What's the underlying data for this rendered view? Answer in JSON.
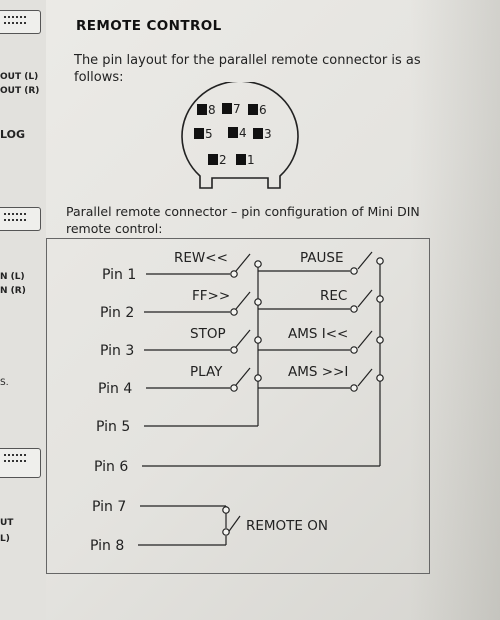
{
  "heading": "REMOTE CONTROL",
  "intro_text": "The pin layout for the parallel remote connector is as follows:",
  "connector_pins": [
    "8",
    "7",
    "6",
    "5",
    "4",
    "3",
    "2",
    "1"
  ],
  "diagram_caption": "Parallel remote connector – pin configuration of Mini DIN remote control:",
  "pins": [
    "Pin 1",
    "Pin 2",
    "Pin 3",
    "Pin 4",
    "Pin 5",
    "Pin 6",
    "Pin 7",
    "Pin 8"
  ],
  "switches_left": [
    "REW<<",
    "FF>>",
    "STOP",
    "PLAY"
  ],
  "switches_right": [
    "PAUSE",
    "REC",
    "AMS I<<",
    "AMS >>I"
  ],
  "remote_on_label": "REMOTE ON",
  "left_margin_fragments": [
    "OUT (L)",
    "OUT (R)",
    "LOG",
    "N (L)",
    "N (R)",
    "S.",
    "UT",
    "L)"
  ]
}
